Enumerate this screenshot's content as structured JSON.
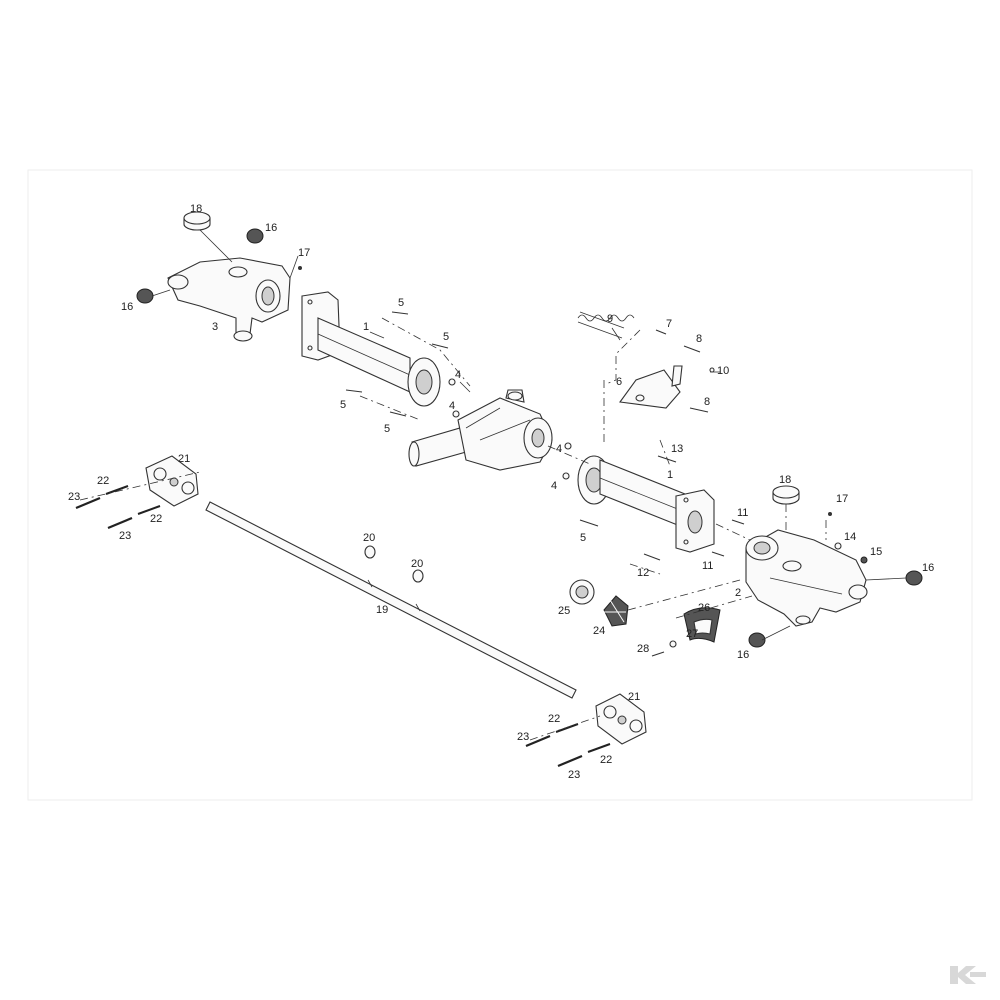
{
  "diagram": {
    "callouts": [
      {
        "id": "c1a",
        "text": "1"
      },
      {
        "id": "c1b",
        "text": "1"
      },
      {
        "id": "c2",
        "text": "2"
      },
      {
        "id": "c3",
        "text": "3"
      },
      {
        "id": "c4a",
        "text": "4"
      },
      {
        "id": "c4b",
        "text": "4"
      },
      {
        "id": "c4c",
        "text": "4"
      },
      {
        "id": "c4d",
        "text": "4"
      },
      {
        "id": "c5a",
        "text": "5"
      },
      {
        "id": "c5b",
        "text": "5"
      },
      {
        "id": "c5c",
        "text": "5"
      },
      {
        "id": "c5d",
        "text": "5"
      },
      {
        "id": "c5e",
        "text": "5"
      },
      {
        "id": "c6",
        "text": "6"
      },
      {
        "id": "c7",
        "text": "7"
      },
      {
        "id": "c8a",
        "text": "8"
      },
      {
        "id": "c8b",
        "text": "8"
      },
      {
        "id": "c9",
        "text": "9"
      },
      {
        "id": "c10",
        "text": "10"
      },
      {
        "id": "c11a",
        "text": "11"
      },
      {
        "id": "c11b",
        "text": "11"
      },
      {
        "id": "c12",
        "text": "12"
      },
      {
        "id": "c13",
        "text": "13"
      },
      {
        "id": "c14",
        "text": "14"
      },
      {
        "id": "c15",
        "text": "15"
      },
      {
        "id": "c16a",
        "text": "16"
      },
      {
        "id": "c16b",
        "text": "16"
      },
      {
        "id": "c16c",
        "text": "16"
      },
      {
        "id": "c16d",
        "text": "16"
      },
      {
        "id": "c17a",
        "text": "17"
      },
      {
        "id": "c17b",
        "text": "17"
      },
      {
        "id": "c18a",
        "text": "18"
      },
      {
        "id": "c18b",
        "text": "18"
      },
      {
        "id": "c19",
        "text": "19"
      },
      {
        "id": "c20a",
        "text": "20"
      },
      {
        "id": "c20b",
        "text": "20"
      },
      {
        "id": "c21a",
        "text": "21"
      },
      {
        "id": "c21b",
        "text": "21"
      },
      {
        "id": "c22a",
        "text": "22"
      },
      {
        "id": "c22b",
        "text": "22"
      },
      {
        "id": "c22c",
        "text": "22"
      },
      {
        "id": "c22d",
        "text": "22"
      },
      {
        "id": "c23a",
        "text": "23"
      },
      {
        "id": "c23b",
        "text": "23"
      },
      {
        "id": "c23c",
        "text": "23"
      },
      {
        "id": "c23d",
        "text": "23"
      },
      {
        "id": "c24",
        "text": "24"
      },
      {
        "id": "c25",
        "text": "25"
      },
      {
        "id": "c26",
        "text": "26"
      },
      {
        "id": "c27",
        "text": "27"
      },
      {
        "id": "c28",
        "text": "28"
      }
    ]
  },
  "colors": {
    "line": "#333333",
    "fill": "#fafafa",
    "dark": "#555555",
    "logo": "#d8d8d8"
  },
  "icons": {
    "corner_logo": "k-logo-icon"
  }
}
